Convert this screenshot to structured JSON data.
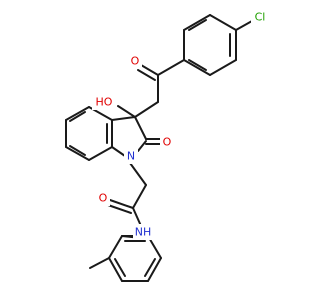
{
  "molecule": {
    "colors": {
      "bond": "#1a1a1a",
      "oxygen": "#e00000",
      "nitrogen": "#2030d0",
      "chlorine": "#1fa000"
    },
    "labels": {
      "chlorine": "Cl",
      "ketone_oxygen": "O",
      "hydroxyl": "HO",
      "lactam_oxygen": "O",
      "ring_nitrogen": "N",
      "amide_oxygen": "O",
      "amide_nh": "NH"
    }
  }
}
